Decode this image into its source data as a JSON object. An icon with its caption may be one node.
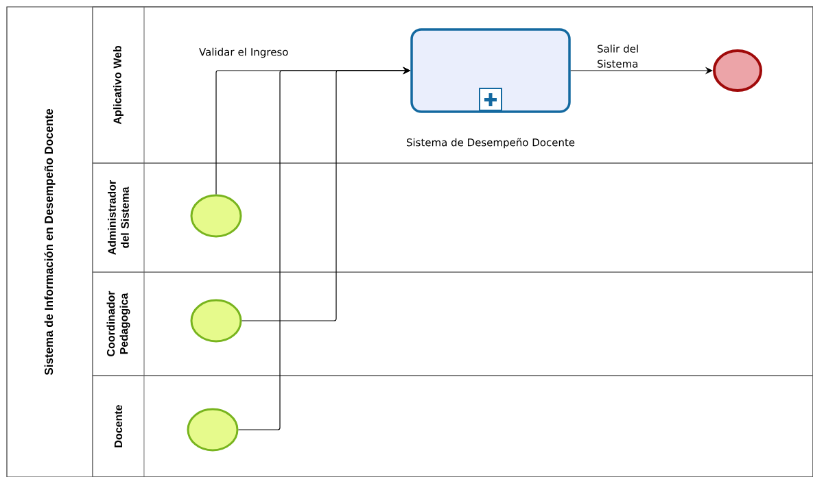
{
  "diagram": {
    "nodes": [
      {
        "text": [
          "Sistema de Información en Desempeño Docente"
        ]
      },
      {
        "text": [
          "Aplicativo Web"
        ],
        "in": 0
      },
      {
        "text": [],
        "shape": "box",
        "beside": [
          "Sistema de Desempeño Docente"
        ],
        "in": 1
      },
      {
        "text": [],
        "shape": "circle",
        "in": 1
      },
      {
        "text": [
          "Administrador del Sistema"
        ],
        "in": 0
      },
      {
        "text": [],
        "shape": "circle",
        "in": 4
      },
      {
        "text": [
          "Coordinador Pedagogica"
        ],
        "in": 0
      },
      {
        "text": [],
        "shape": "circle",
        "in": 6
      },
      {
        "text": [
          "Docente"
        ],
        "in": 0
      },
      {
        "text": [],
        "shape": "circle",
        "in": 8
      }
    ],
    "edges": [
      {
        "from": 5,
        "to": 2,
        "arrow": "to",
        "label": "Validar el Ingreso"
      },
      {
        "from": 7,
        "to": 2,
        "arrow": "to"
      },
      {
        "from": 9,
        "to": 2,
        "arrow": "to"
      },
      {
        "from": 2,
        "to": 3,
        "arrow": "to",
        "label": "Salir del Sistema"
      }
    ]
  }
}
